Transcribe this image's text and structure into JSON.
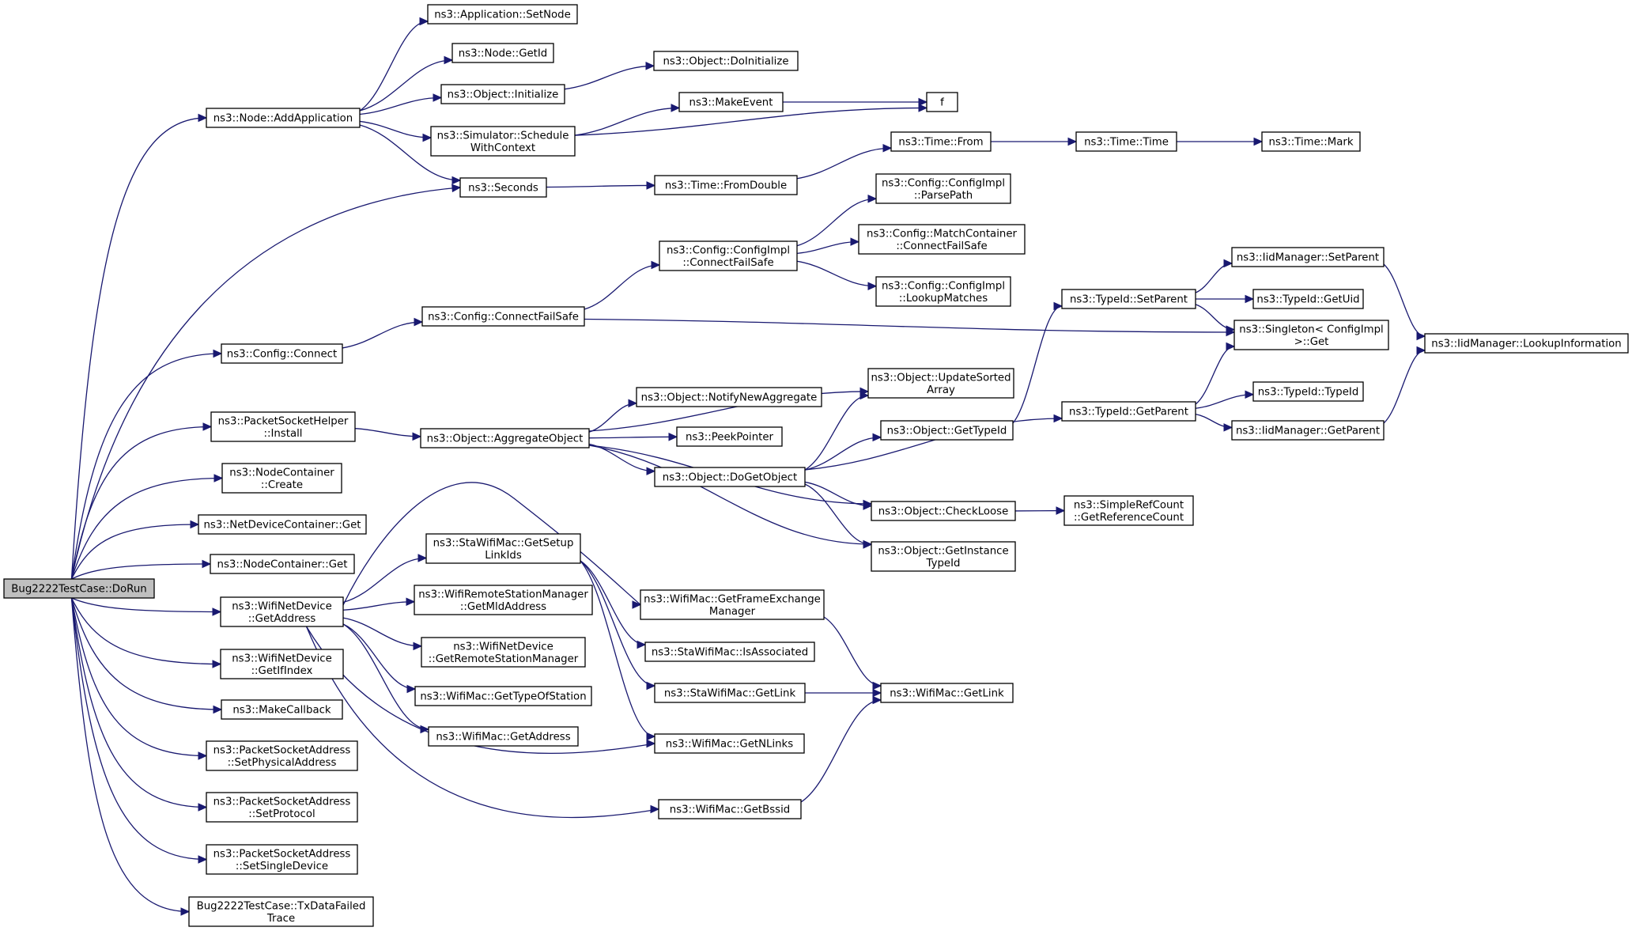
{
  "graph": {
    "root": "dorun",
    "colors": {
      "edge": "#191970",
      "node_border": "#000000",
      "node_fill": "#ffffff",
      "root_fill": "#bfbfbf"
    },
    "nodes": [
      {
        "id": "dorun",
        "lines": [
          "Bug2222TestCase::DoRun"
        ]
      },
      {
        "id": "addapp",
        "lines": [
          "ns3::Node::AddApplication"
        ]
      },
      {
        "id": "setnode",
        "lines": [
          "ns3::Application::SetNode"
        ]
      },
      {
        "id": "getid",
        "lines": [
          "ns3::Node::GetId"
        ]
      },
      {
        "id": "init",
        "lines": [
          "ns3::Object::Initialize"
        ]
      },
      {
        "id": "doinit",
        "lines": [
          "ns3::Object::DoInitialize"
        ]
      },
      {
        "id": "makeevent",
        "lines": [
          "ns3::MakeEvent"
        ]
      },
      {
        "id": "f",
        "lines": [
          "f"
        ]
      },
      {
        "id": "schedule",
        "lines": [
          "ns3::Simulator::Schedule",
          "WithContext"
        ]
      },
      {
        "id": "seconds",
        "lines": [
          "ns3::Seconds"
        ]
      },
      {
        "id": "fromdouble",
        "lines": [
          "ns3::Time::FromDouble"
        ]
      },
      {
        "id": "timefrom",
        "lines": [
          "ns3::Time::From"
        ]
      },
      {
        "id": "timetime",
        "lines": [
          "ns3::Time::Time"
        ]
      },
      {
        "id": "timemark",
        "lines": [
          "ns3::Time::Mark"
        ]
      },
      {
        "id": "parsepath",
        "lines": [
          "ns3::Config::ConfigImpl",
          "::ParsePath"
        ]
      },
      {
        "id": "implconnect",
        "lines": [
          "ns3::Config::ConfigImpl",
          "::ConnectFailSafe"
        ]
      },
      {
        "id": "matchconnect",
        "lines": [
          "ns3::Config::MatchContainer",
          "::ConnectFailSafe"
        ]
      },
      {
        "id": "lookupmatches",
        "lines": [
          "ns3::Config::ConfigImpl",
          "::LookupMatches"
        ]
      },
      {
        "id": "cfgconnectfs",
        "lines": [
          "ns3::Config::ConnectFailSafe"
        ]
      },
      {
        "id": "cfgconnect",
        "lines": [
          "ns3::Config::Connect"
        ]
      },
      {
        "id": "iidsetparent",
        "lines": [
          "ns3::IidManager::SetParent"
        ]
      },
      {
        "id": "tidsetparent",
        "lines": [
          "ns3::TypeId::SetParent"
        ]
      },
      {
        "id": "getuid",
        "lines": [
          "ns3::TypeId::GetUid"
        ]
      },
      {
        "id": "singleton",
        "lines": [
          "ns3::Singleton< ConfigImpl",
          ">::Get"
        ]
      },
      {
        "id": "lookupinfo",
        "lines": [
          "ns3::IidManager::LookupInformation"
        ]
      },
      {
        "id": "pshinstall",
        "lines": [
          "ns3::PacketSocketHelper",
          "::Install"
        ]
      },
      {
        "id": "aggregate",
        "lines": [
          "ns3::Object::AggregateObject"
        ]
      },
      {
        "id": "updatesorted",
        "lines": [
          "ns3::Object::UpdateSorted",
          "Array"
        ]
      },
      {
        "id": "notifynew",
        "lines": [
          "ns3::Object::NotifyNewAggregate"
        ]
      },
      {
        "id": "peekpointer",
        "lines": [
          "ns3::PeekPointer"
        ]
      },
      {
        "id": "gettypeid",
        "lines": [
          "ns3::Object::GetTypeId"
        ]
      },
      {
        "id": "tidgetparent",
        "lines": [
          "ns3::TypeId::GetParent"
        ]
      },
      {
        "id": "typeidctor",
        "lines": [
          "ns3::TypeId::TypeId"
        ]
      },
      {
        "id": "iidgetparent",
        "lines": [
          "ns3::IidManager::GetParent"
        ]
      },
      {
        "id": "dogetobject",
        "lines": [
          "ns3::Object::DoGetObject"
        ]
      },
      {
        "id": "checkloose",
        "lines": [
          "ns3::Object::CheckLoose"
        ]
      },
      {
        "id": "getrefcount",
        "lines": [
          "ns3::SimpleRefCount",
          "::GetReferenceCount"
        ]
      },
      {
        "id": "getinsttypeid",
        "lines": [
          "ns3::Object::GetInstance",
          "TypeId"
        ]
      },
      {
        "id": "nccreate",
        "lines": [
          "ns3::NodeContainer",
          "::Create"
        ]
      },
      {
        "id": "ndcget",
        "lines": [
          "ns3::NetDeviceContainer::Get"
        ]
      },
      {
        "id": "ncget",
        "lines": [
          "ns3::NodeContainer::Get"
        ]
      },
      {
        "id": "wndgetaddress",
        "lines": [
          "ns3::WifiNetDevice",
          "::GetAddress"
        ]
      },
      {
        "id": "stagetsetup",
        "lines": [
          "ns3::StaWifiMac::GetSetup",
          "LinkIds"
        ]
      },
      {
        "id": "wrsmgetmld",
        "lines": [
          "ns3::WifiRemoteStationManager",
          "::GetMldAddress"
        ]
      },
      {
        "id": "wndgetrsm",
        "lines": [
          "ns3::WifiNetDevice",
          "::GetRemoteStationManager"
        ]
      },
      {
        "id": "gettypeofstation",
        "lines": [
          "ns3::WifiMac::GetTypeOfStation"
        ]
      },
      {
        "id": "macgetaddress",
        "lines": [
          "ns3::WifiMac::GetAddress"
        ]
      },
      {
        "id": "getfem",
        "lines": [
          "ns3::WifiMac::GetFrameExchange",
          "Manager"
        ]
      },
      {
        "id": "isassociated",
        "lines": [
          "ns3::StaWifiMac::IsAssociated"
        ]
      },
      {
        "id": "stagetlink",
        "lines": [
          "ns3::StaWifiMac::GetLink"
        ]
      },
      {
        "id": "macgetlink",
        "lines": [
          "ns3::WifiMac::GetLink"
        ]
      },
      {
        "id": "getnlinks",
        "lines": [
          "ns3::WifiMac::GetNLinks"
        ]
      },
      {
        "id": "getbssid",
        "lines": [
          "ns3::WifiMac::GetBssid"
        ]
      },
      {
        "id": "wndgetifindex",
        "lines": [
          "ns3::WifiNetDevice",
          "::GetIfIndex"
        ]
      },
      {
        "id": "makecallback",
        "lines": [
          "ns3::MakeCallback"
        ]
      },
      {
        "id": "setphys",
        "lines": [
          "ns3::PacketSocketAddress",
          "::SetPhysicalAddress"
        ]
      },
      {
        "id": "setproto",
        "lines": [
          "ns3::PacketSocketAddress",
          "::SetProtocol"
        ]
      },
      {
        "id": "setsingle",
        "lines": [
          "ns3::PacketSocketAddress",
          "::SetSingleDevice"
        ]
      },
      {
        "id": "txdatafailed",
        "lines": [
          "Bug2222TestCase::TxDataFailed",
          "Trace"
        ]
      }
    ],
    "edges": [
      [
        "dorun",
        "addapp"
      ],
      [
        "dorun",
        "seconds"
      ],
      [
        "dorun",
        "cfgconnect"
      ],
      [
        "dorun",
        "pshinstall"
      ],
      [
        "dorun",
        "nccreate"
      ],
      [
        "dorun",
        "ndcget"
      ],
      [
        "dorun",
        "ncget"
      ],
      [
        "dorun",
        "wndgetaddress"
      ],
      [
        "dorun",
        "wndgetifindex"
      ],
      [
        "dorun",
        "makecallback"
      ],
      [
        "dorun",
        "setphys"
      ],
      [
        "dorun",
        "setproto"
      ],
      [
        "dorun",
        "setsingle"
      ],
      [
        "dorun",
        "txdatafailed"
      ],
      [
        "addapp",
        "setnode"
      ],
      [
        "addapp",
        "getid"
      ],
      [
        "addapp",
        "init"
      ],
      [
        "addapp",
        "schedule"
      ],
      [
        "addapp",
        "seconds"
      ],
      [
        "init",
        "doinit"
      ],
      [
        "schedule",
        "makeevent"
      ],
      [
        "schedule",
        "f"
      ],
      [
        "makeevent",
        "f"
      ],
      [
        "seconds",
        "fromdouble"
      ],
      [
        "fromdouble",
        "timefrom"
      ],
      [
        "timefrom",
        "timetime"
      ],
      [
        "timetime",
        "timemark"
      ],
      [
        "cfgconnect",
        "cfgconnectfs"
      ],
      [
        "cfgconnectfs",
        "implconnect"
      ],
      [
        "cfgconnectfs",
        "singleton"
      ],
      [
        "implconnect",
        "parsepath"
      ],
      [
        "implconnect",
        "matchconnect"
      ],
      [
        "implconnect",
        "lookupmatches"
      ],
      [
        "pshinstall",
        "aggregate"
      ],
      [
        "aggregate",
        "updatesorted"
      ],
      [
        "aggregate",
        "notifynew"
      ],
      [
        "aggregate",
        "peekpointer"
      ],
      [
        "aggregate",
        "dogetobject"
      ],
      [
        "aggregate",
        "checkloose"
      ],
      [
        "aggregate",
        "getinsttypeid"
      ],
      [
        "dogetobject",
        "updatesorted"
      ],
      [
        "dogetobject",
        "gettypeid"
      ],
      [
        "dogetobject",
        "tidgetparent"
      ],
      [
        "dogetobject",
        "checkloose"
      ],
      [
        "dogetobject",
        "getinsttypeid"
      ],
      [
        "gettypeid",
        "tidsetparent"
      ],
      [
        "tidsetparent",
        "iidsetparent"
      ],
      [
        "tidsetparent",
        "getuid"
      ],
      [
        "tidsetparent",
        "singleton"
      ],
      [
        "iidsetparent",
        "lookupinfo"
      ],
      [
        "tidgetparent",
        "singleton"
      ],
      [
        "tidgetparent",
        "typeidctor"
      ],
      [
        "tidgetparent",
        "iidgetparent"
      ],
      [
        "iidgetparent",
        "lookupinfo"
      ],
      [
        "checkloose",
        "getrefcount"
      ],
      [
        "wndgetaddress",
        "stagetsetup"
      ],
      [
        "wndgetaddress",
        "wrsmgetmld"
      ],
      [
        "wndgetaddress",
        "wndgetrsm"
      ],
      [
        "wndgetaddress",
        "gettypeofstation"
      ],
      [
        "wndgetaddress",
        "macgetaddress"
      ],
      [
        "wndgetaddress",
        "getfem"
      ],
      [
        "wndgetaddress",
        "getnlinks"
      ],
      [
        "wndgetaddress",
        "getbssid"
      ],
      [
        "stagetsetup",
        "isassociated"
      ],
      [
        "stagetsetup",
        "stagetlink"
      ],
      [
        "stagetsetup",
        "getnlinks"
      ],
      [
        "getfem",
        "macgetlink"
      ],
      [
        "stagetlink",
        "macgetlink"
      ],
      [
        "getbssid",
        "macgetlink"
      ]
    ]
  }
}
